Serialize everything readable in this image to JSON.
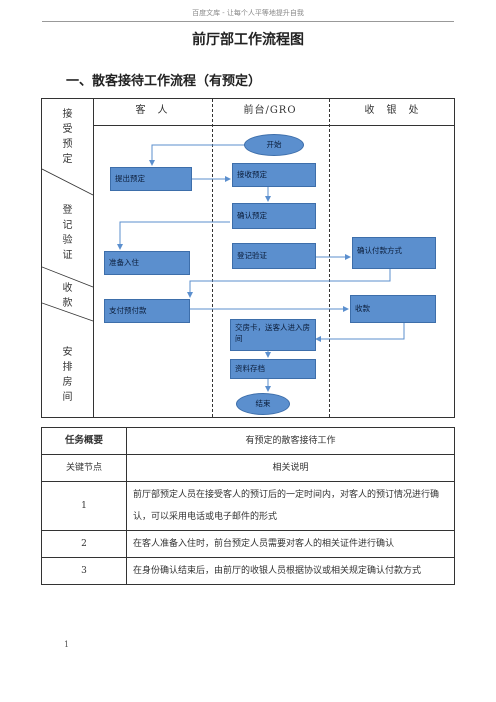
{
  "header": {
    "watermark": "百度文库 - 让每个人平等地提升自我"
  },
  "title": "前厅部工作流程图",
  "section_title": "一、散客接待工作流程（有预定）",
  "flow": {
    "phases": [
      "接受预定",
      "登记验证",
      "收款",
      "安排房间"
    ],
    "columns": [
      "客　人",
      "前台/GRO",
      "收　银　处"
    ],
    "nodes": {
      "start": "开始",
      "submit": "提出预定",
      "receive": "接收预定",
      "confirm": "确认预定",
      "register": "登记验证",
      "payment_method": "确认付款方式",
      "prepare": "准备入住",
      "prepay": "支付预付款",
      "collect": "收款",
      "hand_key": "交房卡，送客人进入房间",
      "archive": "资料存档",
      "end": "结束"
    }
  },
  "table": {
    "header": {
      "label": "任务概要",
      "value": "有预定的散客接待工作"
    },
    "subheader": {
      "label": "关键节点",
      "value": "相关说明"
    },
    "rows": [
      {
        "num": "1",
        "text": "前厅部预定人员在接受客人的预订后的一定时间内，对客人的预订情况进行确认，可以采用电话或电子邮件的形式"
      },
      {
        "num": "2",
        "text": "在客人准备入住时，前台预定人员需要对客人的相关证件进行确认"
      },
      {
        "num": "3",
        "text": "在身份确认结束后，由前厅的收银人员根据协议或相关规定确认付款方式"
      }
    ]
  },
  "page_number": "1",
  "colors": {
    "box_fill": "#5b8fce",
    "box_border": "#3d6eaa",
    "arrow": "#5b8fce"
  }
}
